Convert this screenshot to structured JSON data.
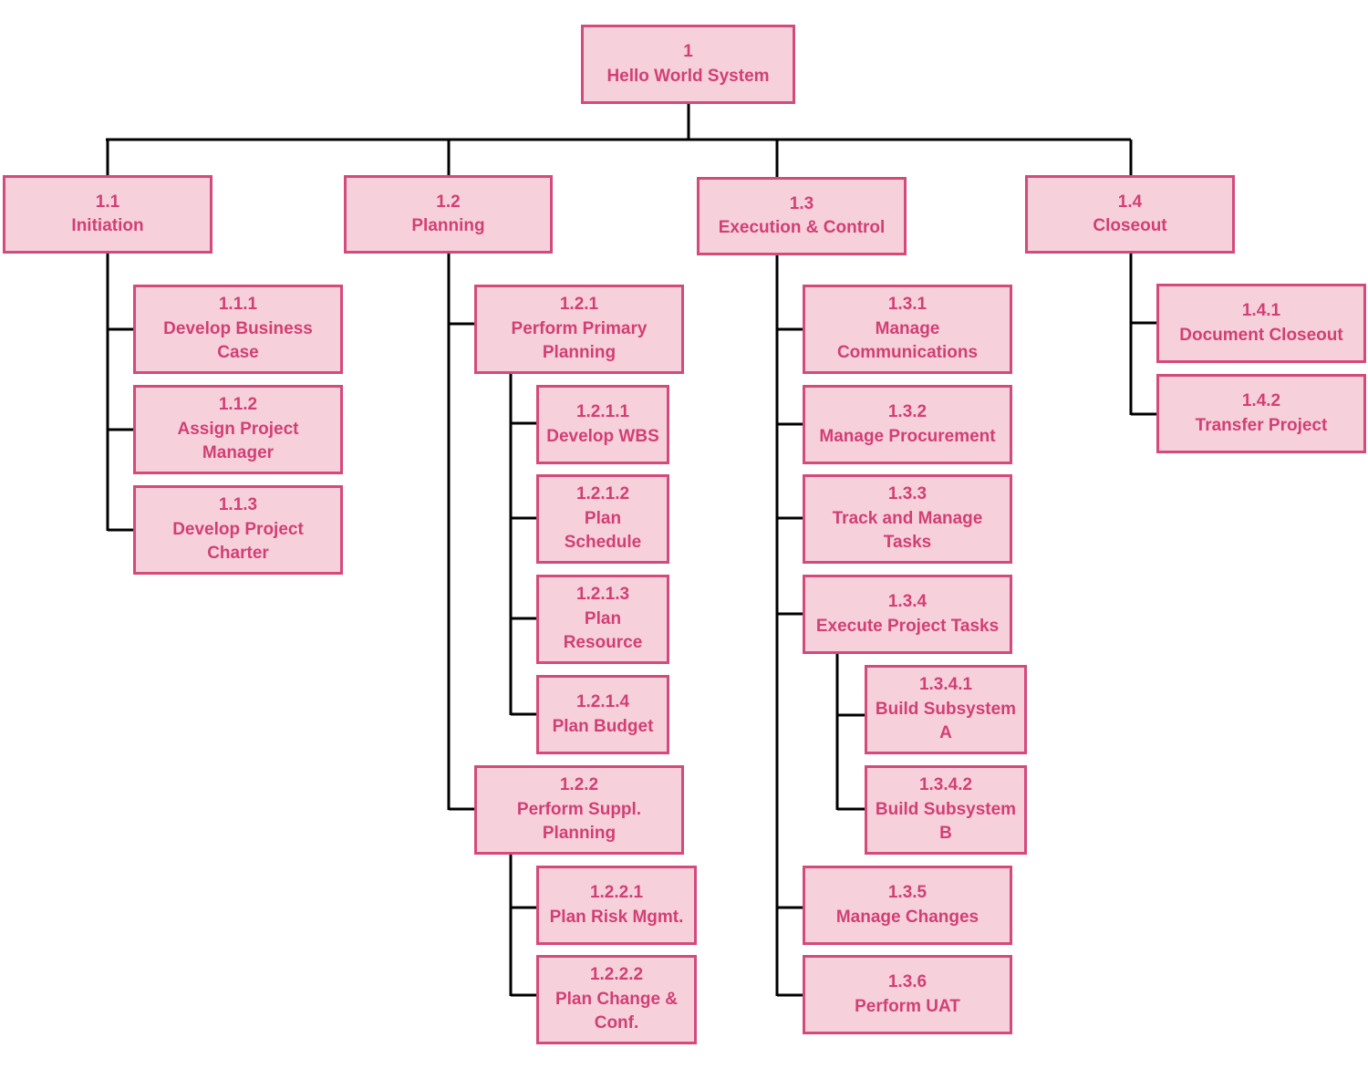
{
  "colors": {
    "box_fill": "#f6d1dc",
    "box_border": "#d44a7a",
    "text": "#d23f73",
    "connector": "#000000"
  },
  "nodes": {
    "n1": {
      "code": "1",
      "label": "Hello World System"
    },
    "n1_1": {
      "code": "1.1",
      "label": "Initiation"
    },
    "n1_2": {
      "code": "1.2",
      "label": "Planning"
    },
    "n1_3": {
      "code": "1.3",
      "label": "Execution & Control"
    },
    "n1_4": {
      "code": "1.4",
      "label": "Closeout"
    },
    "n1_1_1": {
      "code": "1.1.1",
      "label": "Develop Business\nCase"
    },
    "n1_1_2": {
      "code": "1.1.2",
      "label": "Assign Project\nManager"
    },
    "n1_1_3": {
      "code": "1.1.3",
      "label": "Develop Project\nCharter"
    },
    "n1_2_1": {
      "code": "1.2.1",
      "label": "Perform Primary\nPlanning"
    },
    "n1_2_1_1": {
      "code": "1.2.1.1",
      "label": "Develop WBS"
    },
    "n1_2_1_2": {
      "code": "1.2.1.2",
      "label": "Plan\nSchedule"
    },
    "n1_2_1_3": {
      "code": "1.2.1.3",
      "label": "Plan\nResource"
    },
    "n1_2_1_4": {
      "code": "1.2.1.4",
      "label": "Plan Budget"
    },
    "n1_2_2": {
      "code": "1.2.2",
      "label": "Perform Suppl.\nPlanning"
    },
    "n1_2_2_1": {
      "code": "1.2.2.1",
      "label": "Plan Risk Mgmt."
    },
    "n1_2_2_2": {
      "code": "1.2.2.2",
      "label": "Plan Change &\nConf."
    },
    "n1_3_1": {
      "code": "1.3.1",
      "label": "Manage\nCommunications"
    },
    "n1_3_2": {
      "code": "1.3.2",
      "label": "Manage Procurement"
    },
    "n1_3_3": {
      "code": "1.3.3",
      "label": "Track and Manage\nTasks"
    },
    "n1_3_4": {
      "code": "1.3.4",
      "label": "Execute Project Tasks"
    },
    "n1_3_4_1": {
      "code": "1.3.4.1",
      "label": "Build Subsystem\nA"
    },
    "n1_3_4_2": {
      "code": "1.3.4.2",
      "label": "Build Subsystem\nB"
    },
    "n1_3_5": {
      "code": "1.3.5",
      "label": "Manage Changes"
    },
    "n1_3_6": {
      "code": "1.3.6",
      "label": "Perform UAT"
    },
    "n1_4_1": {
      "code": "1.4.1",
      "label": "Document Closeout"
    },
    "n1_4_2": {
      "code": "1.4.2",
      "label": "Transfer Project"
    }
  }
}
